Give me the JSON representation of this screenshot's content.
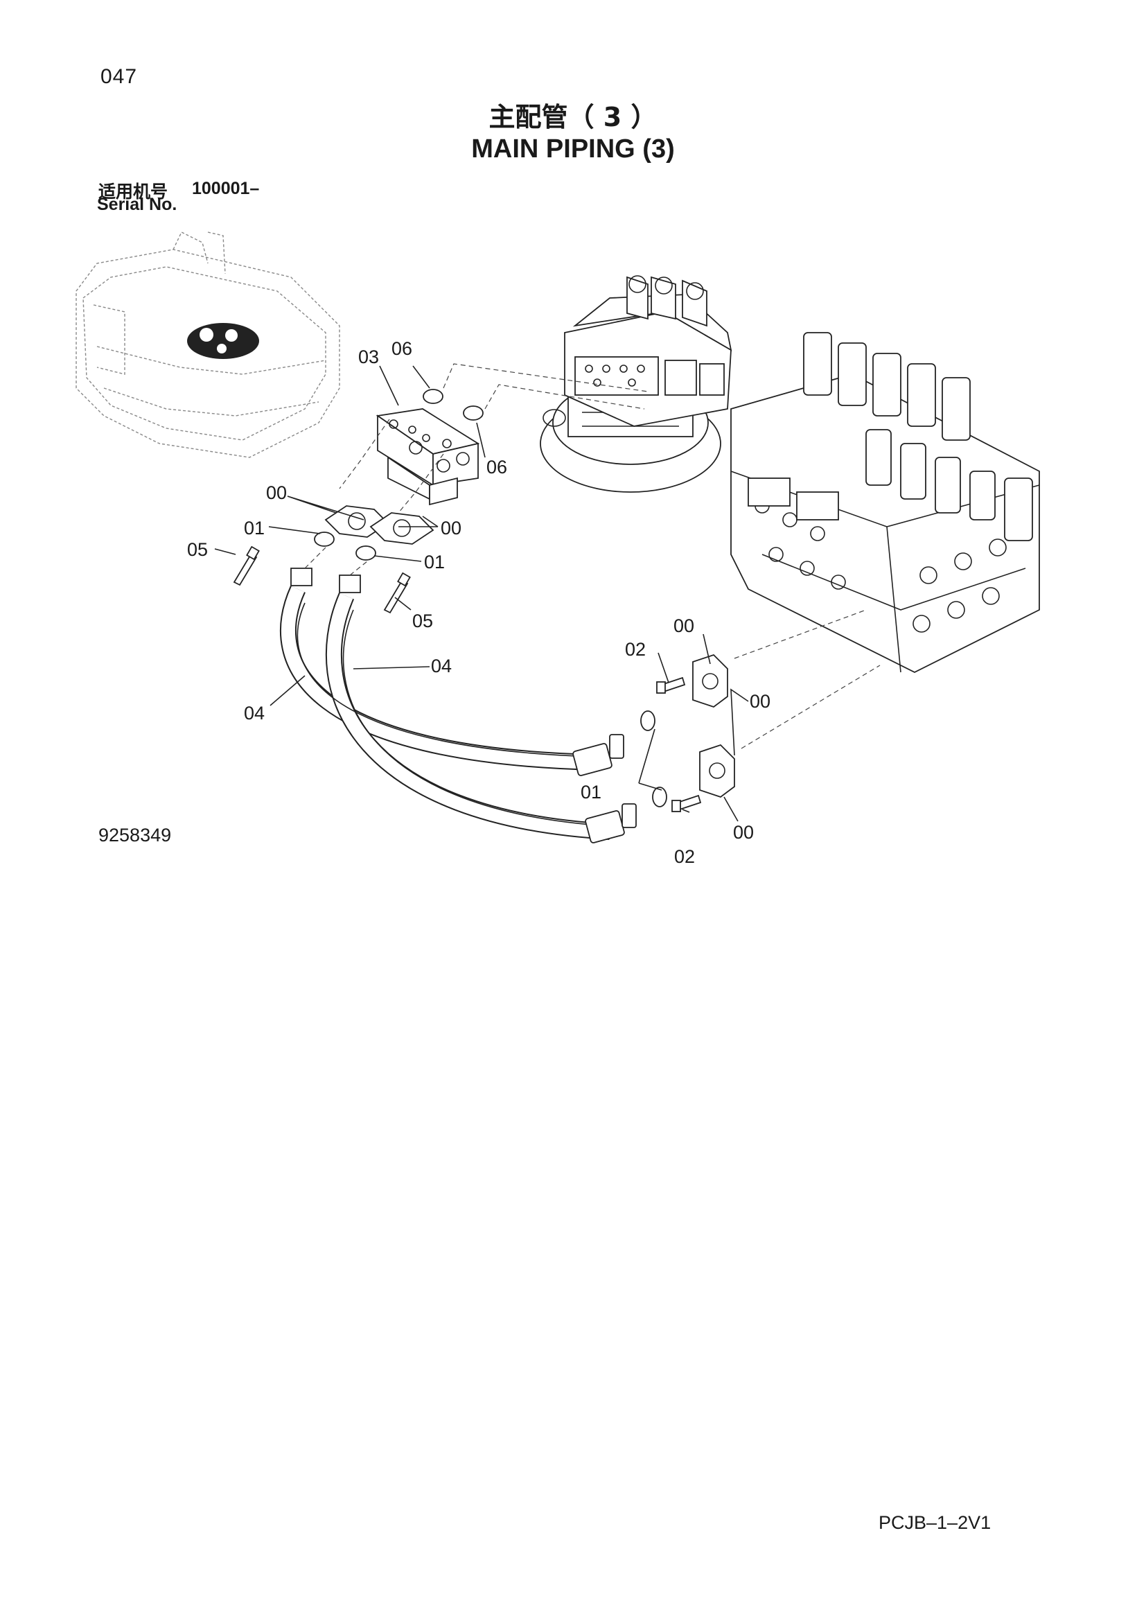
{
  "page_number": "047",
  "title_cn": "主配管（ 3 ）",
  "title_en": "MAIN PIPING (3)",
  "serial": {
    "label_cn": "适用机号",
    "range": "100001–",
    "label_en": "Serial No."
  },
  "drawing_number": "9258349",
  "doc_code": "PCJB–1–2V1",
  "callouts": {
    "c03": "03",
    "c06a": "06",
    "c06b": "06",
    "c00a": "00",
    "c00b": "00",
    "c01a": "01",
    "c01b": "01",
    "c05a": "05",
    "c05b": "05",
    "c04a": "04",
    "c04b": "04",
    "c02a": "02",
    "c00c": "00",
    "c00d": "00",
    "c01c": "01",
    "c02b": "02",
    "c00e": "00"
  }
}
